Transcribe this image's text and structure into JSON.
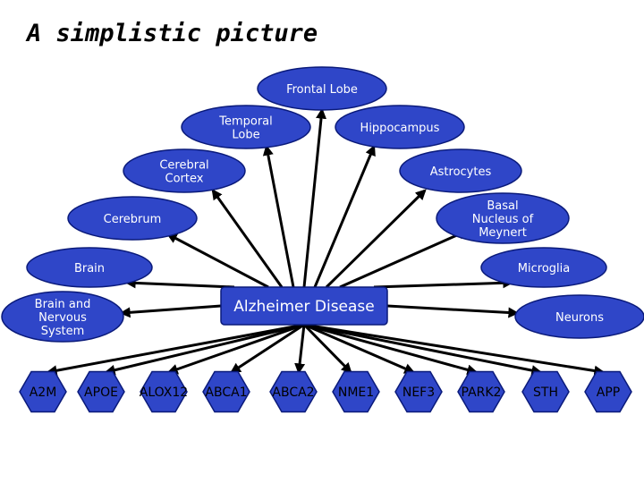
{
  "title": "A simplistic picture",
  "center": "Alzheimer Disease",
  "ovals": [
    {
      "id": "frontal-lobe",
      "lines": [
        "Frontal Lobe"
      ]
    },
    {
      "id": "temporal-lobe",
      "lines": [
        "Temporal",
        "Lobe"
      ]
    },
    {
      "id": "hippocampus",
      "lines": [
        "Hippocampus"
      ]
    },
    {
      "id": "cerebral-cortex",
      "lines": [
        "Cerebral",
        "Cortex"
      ]
    },
    {
      "id": "astrocytes",
      "lines": [
        "Astrocytes"
      ]
    },
    {
      "id": "cerebrum",
      "lines": [
        "Cerebrum"
      ]
    },
    {
      "id": "basal-nucleus",
      "lines": [
        "Basal",
        "Nucleus of",
        "Meynert"
      ]
    },
    {
      "id": "brain",
      "lines": [
        "Brain"
      ]
    },
    {
      "id": "microglia",
      "lines": [
        "Microglia"
      ]
    },
    {
      "id": "brain-nervous",
      "lines": [
        "Brain and",
        "Nervous",
        "System"
      ]
    },
    {
      "id": "neurons",
      "lines": [
        "Neurons"
      ]
    }
  ],
  "genes": [
    "A2M",
    "APOE",
    "ALOX12",
    "ABCA1",
    "ABCA2",
    "NME1",
    "NEF3",
    "PARK2",
    "STH",
    "APP"
  ]
}
